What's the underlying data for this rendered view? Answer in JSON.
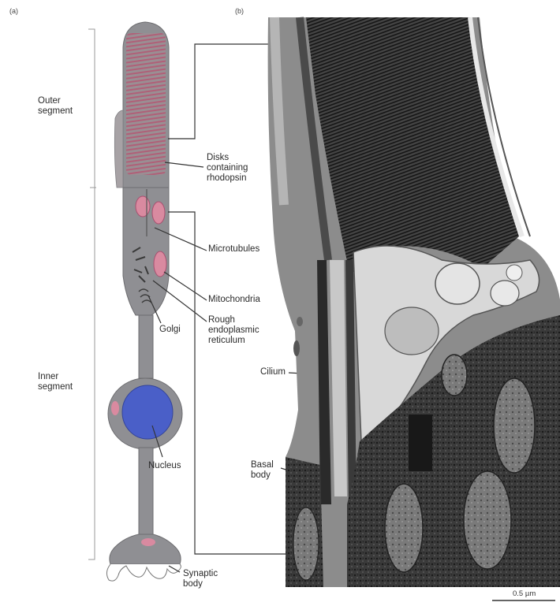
{
  "panels": {
    "a": "(a)",
    "b": "(b)"
  },
  "labels": {
    "outer_segment": "Outer\nsegment",
    "inner_segment": "Inner\nsegment",
    "disks": "Disks\ncontaining\nrhodopsin",
    "microtubules": "Microtubules",
    "mitochondria": "Mitochondria",
    "rough_er": "Rough\nendoplasmic\nreticulum",
    "golgi": "Golgi",
    "cilium": "Cilium",
    "nucleus": "Nucleus",
    "basal_body": "Basal\nbody",
    "synaptic_body": "Synaptic\nbody"
  },
  "scale_bar": "0.5 µm",
  "colors": {
    "cell_fill": "#8f8f93",
    "disk_stripe": "#b06078",
    "nucleus": "#4a5fc8",
    "mito": "#d98aa0",
    "micrograph_dark": "#2a2a2a",
    "micrograph_mid": "#6b6b6b",
    "micrograph_light": "#d4d4d4",
    "leader": "#333333"
  }
}
